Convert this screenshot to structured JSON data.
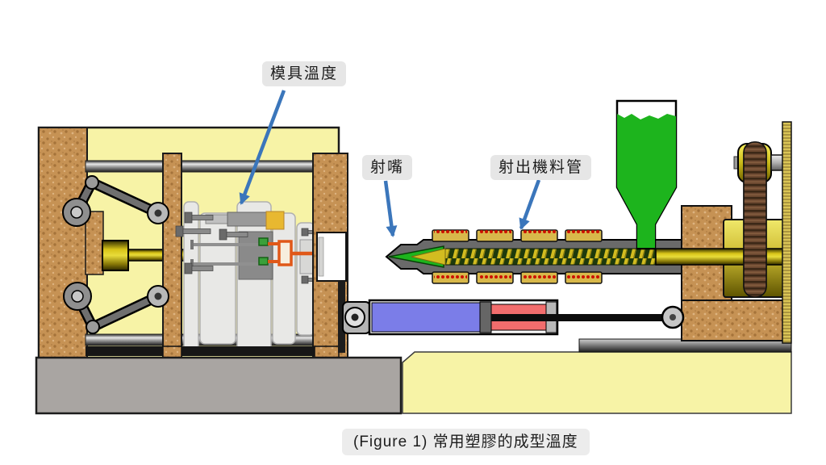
{
  "figure": {
    "labels": {
      "mold_temp": "模具溫度",
      "nozzle": "射嘴",
      "barrel": "射出機料管"
    },
    "caption": "(Figure 1)  常用塑膠的成型溫度"
  },
  "colors": {
    "arrow_blue": "#3b76bb",
    "label_background": "#e6e6e6",
    "machine_yellow": "#f7f3a6",
    "cork_tan": "#c69254",
    "hopper_green": "#1db41d",
    "heater_band_khaki": "#d8b84a",
    "heater_dot_red": "#cc1100",
    "injection_cylinder_blue": "#7b7de8",
    "injection_cylinder_red": "#f26d6d",
    "base_gray": "#a9a5a2",
    "runner_orange": "#e05818",
    "screw_yellow": "#d2bc20",
    "screw_channel_green": "#1e3a0c",
    "belt_brown": "#6b4830",
    "barrel_gray": "#6a6a6a"
  }
}
